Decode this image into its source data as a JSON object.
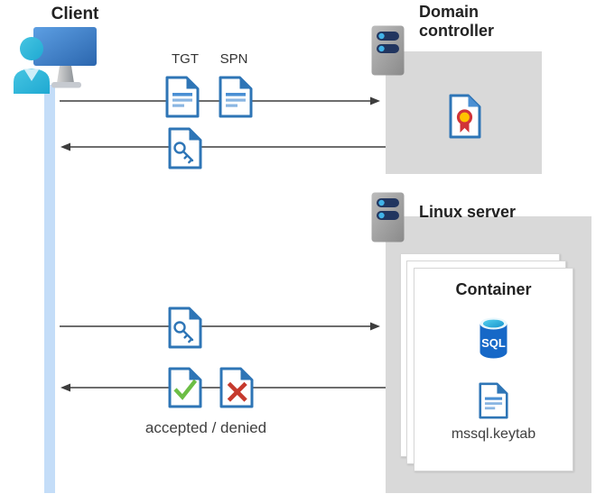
{
  "client": {
    "label": "Client"
  },
  "arrows": {
    "tgt_label": "TGT",
    "spn_label": "SPN",
    "accepted_denied_label": "accepted / denied"
  },
  "domain_controller": {
    "label": "Domain controller"
  },
  "linux_server": {
    "label": "Linux server"
  },
  "container": {
    "label": "Container",
    "sql_badge": "SQL",
    "keytab_label": "mssql.keytab"
  },
  "icons": [
    "client-user-monitor-icon",
    "server-icon",
    "ticket-document-icon",
    "key-ticket-document-icon",
    "certificate-icon",
    "check-document-icon",
    "cross-document-icon",
    "sql-database-icon",
    "keytab-file-icon"
  ],
  "colors": {
    "doc_border_blue": "#2e75b6",
    "doc_line_blue": "#4a8fd3",
    "doc_line_light": "#8ab6e2",
    "person_cyan": "#2fb7dc",
    "check_green": "#6cbe45",
    "cross_red": "#c63a2e",
    "seal_yellow": "#ffc400",
    "seal_red": "#d13438",
    "machine_box_gray": "#d9d9d9",
    "server_bar_navy": "#21355f",
    "server_led_blue": "#41b3e8",
    "arrow_gray": "#3d3d3d",
    "client_timeline_blue": "#c4ddf8",
    "sql_body_blue": "#1668c7",
    "sql_top_cyan": "#45c3e8"
  }
}
